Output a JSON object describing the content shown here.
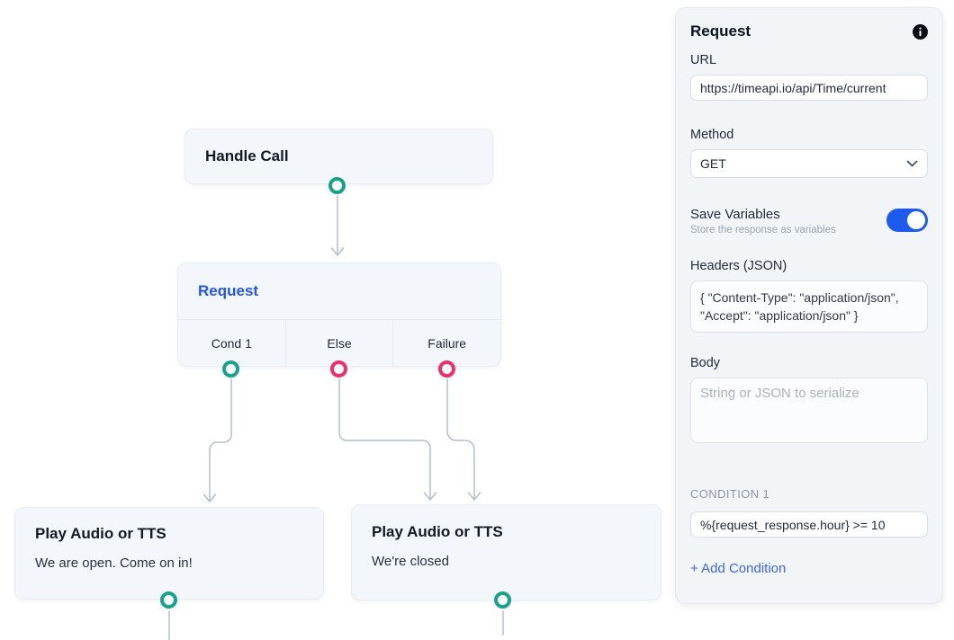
{
  "canvas": {
    "handle_call": {
      "title": "Handle Call"
    },
    "request": {
      "title": "Request",
      "branches": [
        "Cond 1",
        "Else",
        "Failure"
      ]
    },
    "play_open": {
      "title": "Play Audio or TTS",
      "text": "We are open. Come on in!"
    },
    "play_closed": {
      "title": "Play Audio or TTS",
      "text": "We're closed"
    }
  },
  "panel": {
    "title": "Request",
    "url": {
      "label": "URL",
      "value": "https://timeapi.io/api/Time/current"
    },
    "method": {
      "label": "Method",
      "value": "GET"
    },
    "save_variables": {
      "label": "Save Variables",
      "sublabel": "Store the response as variables",
      "enabled": true
    },
    "headers": {
      "label": "Headers (JSON)",
      "value": "{ \"Content-Type\": \"application/json\", \"Accept\": \"application/json\" }"
    },
    "body": {
      "label": "Body",
      "placeholder": "String or JSON to serialize"
    },
    "condition": {
      "label": "CONDITION 1",
      "value": "%{request_response.hour} >= 10"
    },
    "add_condition_label": "+ Add Condition"
  },
  "colors": {
    "accent_blue": "#2356f0",
    "toggle_blue": "#1d5bee",
    "port_teal": "#17a38b",
    "port_pink": "#ee2f6a",
    "edge_gray": "#b5bdc9"
  }
}
